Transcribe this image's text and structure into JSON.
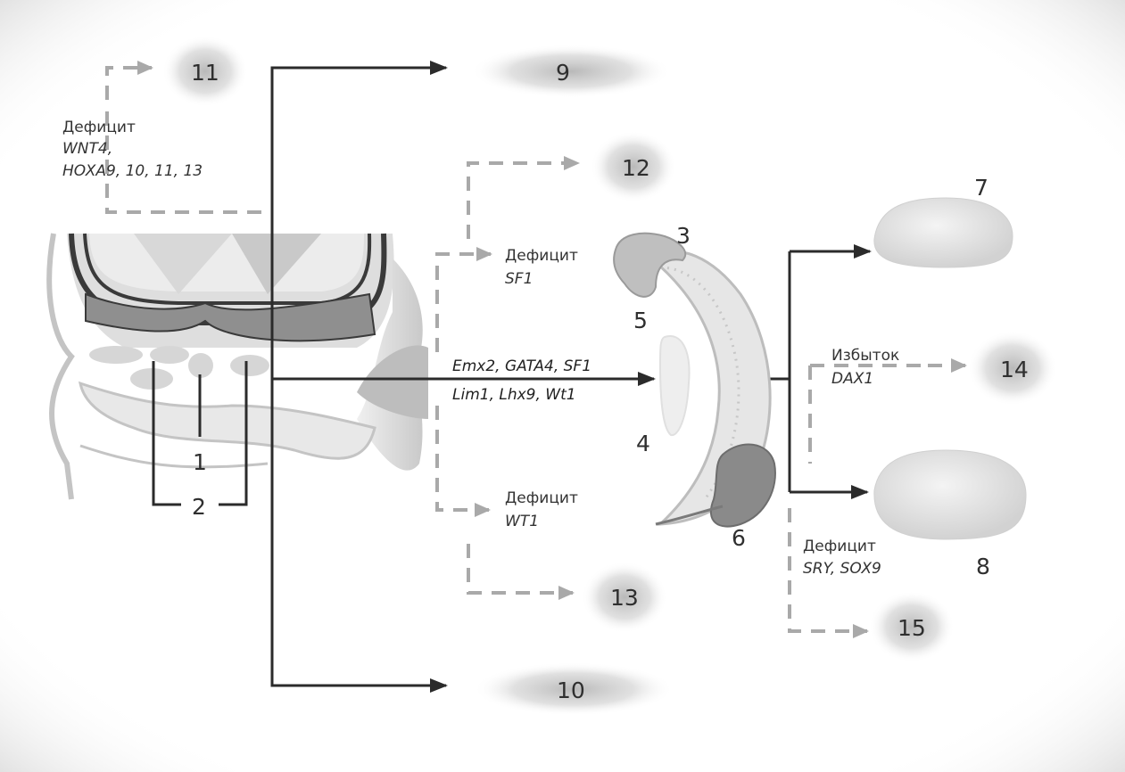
{
  "labels": {
    "n1": "1",
    "n2": "2",
    "n3": "3",
    "n4": "4",
    "n5": "5",
    "n6": "6",
    "n7": "7",
    "n8": "8",
    "n9": "9",
    "n10": "10",
    "n11": "11",
    "n12": "12",
    "n13": "13",
    "n14": "14",
    "n15": "15"
  },
  "annotations": {
    "wnt": {
      "title": "Дефицит",
      "line1": "WNT4,",
      "line2": "HOXA9, 10, 11, 13"
    },
    "sf1": {
      "title": "Дефицит",
      "gene": "SF1"
    },
    "wt1": {
      "title": "Дефицит",
      "gene": "WT1"
    },
    "dax1": {
      "title": "Избыток",
      "gene": "DAX1"
    },
    "sry": {
      "title": "Дефицит",
      "gene": "SRY, SOX9"
    }
  },
  "genes": {
    "line1": "Emx2, GATA4, SF1",
    "line2": "Lim1, Lhx9, Wt1"
  },
  "colors": {
    "frame_shadow": "#c8c8c8",
    "arrow_solid": "#2b2b2b",
    "arrow_dashed": "#a9a9a9",
    "blob": "#b5b5b5"
  }
}
